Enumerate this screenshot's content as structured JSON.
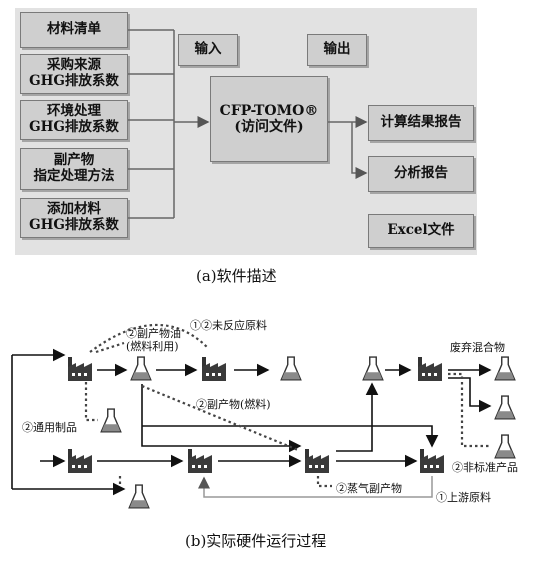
{
  "panel_a": {
    "inputs": [
      "材料清单",
      "采购来源\nGHG排放系数",
      "环境处理\nGHG排放系数",
      "副产物\n指定处理方法",
      "添加材料\nGHG排放系数"
    ],
    "input_label": "输入",
    "output_label": "输出",
    "center": "CFP-TOMO®\n(访问文件)",
    "outputs": [
      "计算结果报告",
      "分析报告",
      "Excel文件"
    ],
    "caption": "(a)软件描述"
  },
  "panel_b": {
    "labels": {
      "byproduct_oil": "②副产物油\n(燃料利用)",
      "unreacted_material": "①②未反应原料",
      "byproduct_fuel": "②副产物(燃料)",
      "general_product": "②通用制品",
      "waste_mixture": "废弃混合物",
      "nonstandard_product": "②非标准产品",
      "steam_byproduct": "②蒸气副产物",
      "upstream_material": "①上游原料"
    },
    "caption": "(b)实际硬件运行过程"
  }
}
